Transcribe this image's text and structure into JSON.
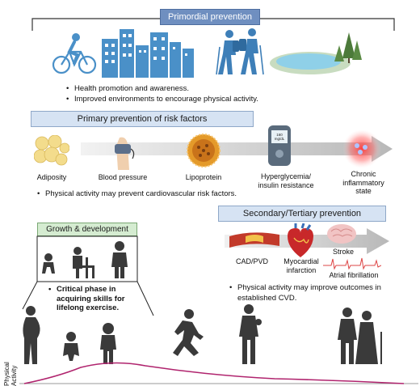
{
  "primordial": {
    "title": "Primordial prevention",
    "bullets": [
      "Health promotion and awareness.",
      "Improved environments to encourage physical activity."
    ]
  },
  "primary": {
    "title": "Primary prevention of risk factors",
    "stages": [
      {
        "label": "Adiposity"
      },
      {
        "label": "Blood pressure"
      },
      {
        "label": "Lipoprotein"
      },
      {
        "label": "Hyperglycemia/\ninsulin resistance"
      },
      {
        "label": "Chronic\ninflammatory\nstate"
      }
    ],
    "bullet": "Physical activity may prevent cardiovascular risk factors.",
    "glucometer_reading": "160\nmg/dL"
  },
  "growth": {
    "title": "Growth & development",
    "bullet": "Critical phase in acquiring skills for lifelong exercise."
  },
  "secondary": {
    "title": "Secondary/Tertiary prevention",
    "labels": {
      "cad": "CAD/PVD",
      "mi": "Myocardial\ninfarction",
      "stroke": "Stroke",
      "af": "Atrial fibrillation"
    },
    "bullet": "Physical activity may improve outcomes in established CVD."
  },
  "timeline": {
    "ylabel": "Physical\nActivity",
    "curve_color": "#b0246e"
  },
  "colors": {
    "banner_dark": "#6f8fc0",
    "banner_light": "#d6e3f3",
    "banner_green": "#d5ecd1",
    "silhouette": "#3a3a3a"
  }
}
